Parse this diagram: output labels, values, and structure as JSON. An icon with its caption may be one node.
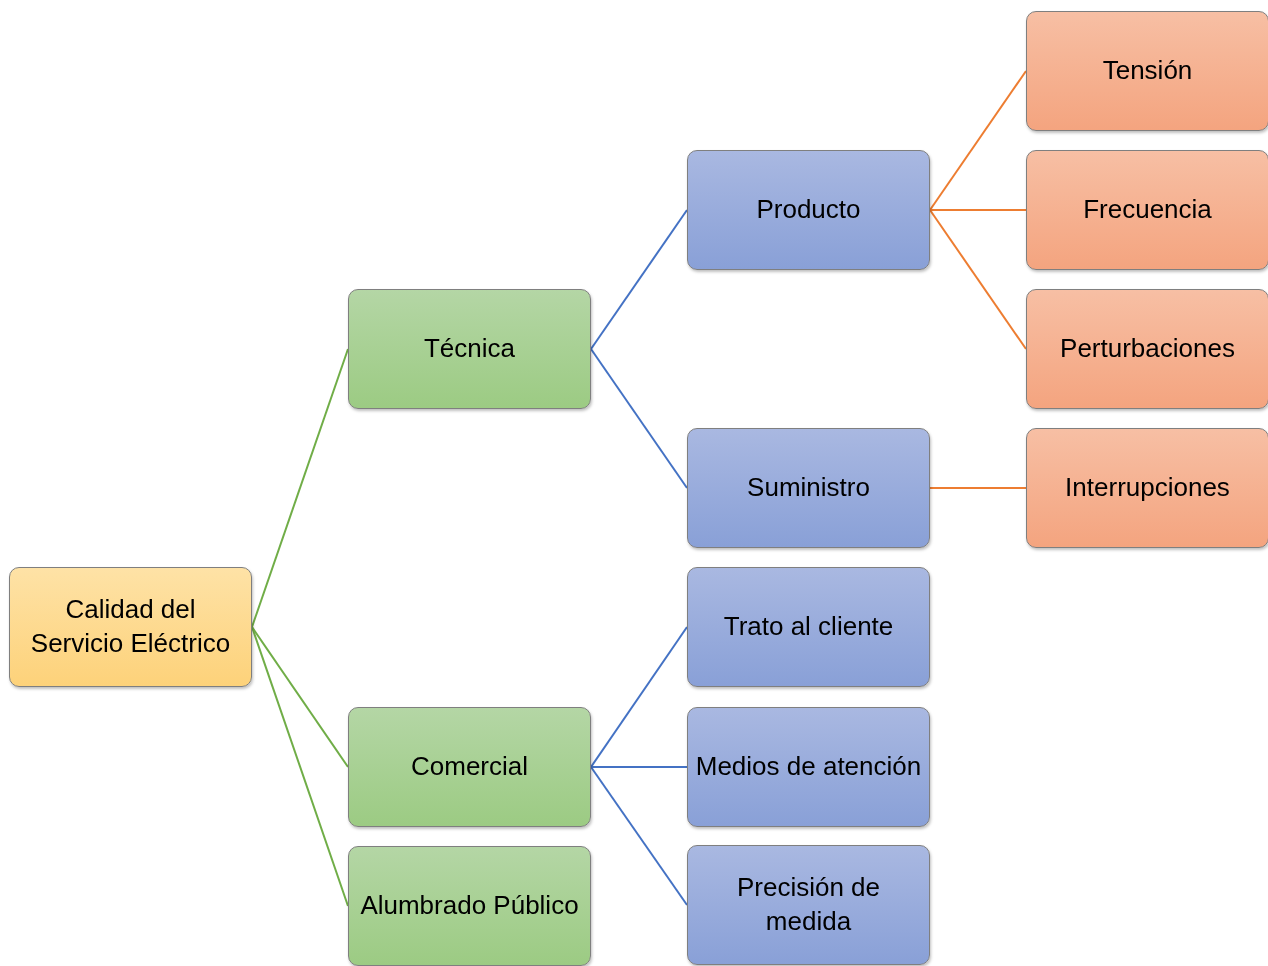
{
  "diagram": {
    "nodes": [
      {
        "text": [
          "Calidad del Servicio Eléctrico"
        ]
      },
      {
        "text": [
          "Técnica"
        ]
      },
      {
        "text": [
          "Comercial"
        ]
      },
      {
        "text": [
          "Alumbrado Público"
        ]
      },
      {
        "text": [
          "Producto"
        ]
      },
      {
        "text": [
          "Suministro"
        ]
      },
      {
        "text": [
          "Trato al cliente"
        ]
      },
      {
        "text": [
          "Medios de atención"
        ]
      },
      {
        "text": [
          "Precisión de medida"
        ]
      },
      {
        "text": [
          "Tensión"
        ]
      },
      {
        "text": [
          "Frecuencia"
        ]
      },
      {
        "text": [
          "Perturbaciones"
        ]
      },
      {
        "text": [
          "Interrupciones"
        ]
      }
    ],
    "edges": [
      {
        "from": 0,
        "to": 1,
        "arrow": "none",
        "color": "#70ad47"
      },
      {
        "from": 0,
        "to": 2,
        "arrow": "none",
        "color": "#70ad47"
      },
      {
        "from": 0,
        "to": 3,
        "arrow": "none",
        "color": "#70ad47"
      },
      {
        "from": 1,
        "to": 4,
        "arrow": "none"
      },
      {
        "from": 1,
        "to": 5,
        "arrow": "none"
      },
      {
        "from": 2,
        "to": 6,
        "arrow": "none"
      },
      {
        "from": 2,
        "to": 7,
        "arrow": "none"
      },
      {
        "from": 2,
        "to": 8,
        "arrow": "none"
      },
      {
        "from": 4,
        "to": 9,
        "arrow": "none",
        "color": "#ed7d31"
      },
      {
        "from": 4,
        "to": 10,
        "arrow": "none",
        "color": "#ed7d31"
      },
      {
        "from": 4,
        "to": 11,
        "arrow": "none",
        "color": "#ed7d31"
      },
      {
        "from": 5,
        "to": 12,
        "arrow": "none",
        "color": "#ed7d31"
      }
    ]
  }
}
